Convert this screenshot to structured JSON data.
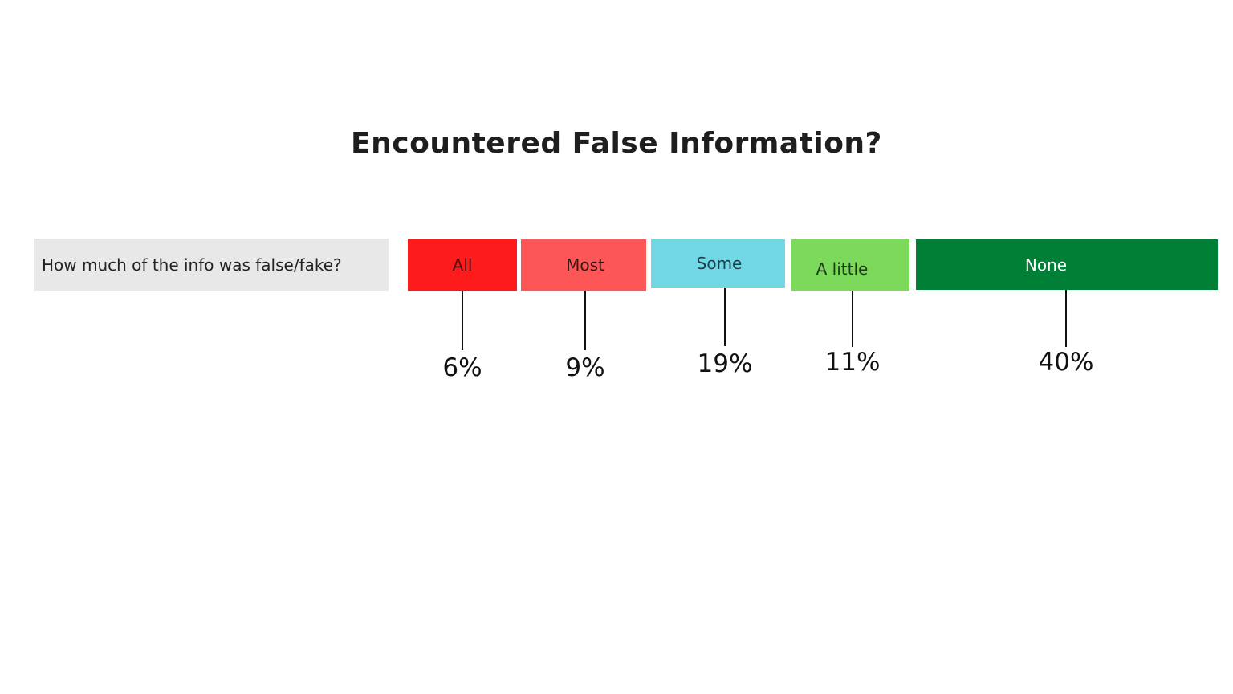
{
  "chart_data": {
    "type": "bar",
    "title": "Encountered False Information?",
    "question": "How much of the info was false/fake?",
    "categories": [
      "All",
      "Most",
      "Some",
      "A little",
      "None"
    ],
    "values": [
      6,
      9,
      19,
      11,
      40
    ],
    "value_labels": [
      "6%",
      "9%",
      "19%",
      "11%",
      "40%"
    ],
    "colors": [
      "#fe1b1b",
      "#fc5656",
      "#70d8e4",
      "#7cd95b",
      "#008037"
    ],
    "label_colors": [
      "#4a0f0f",
      "#3a1414",
      "#1d3f4b",
      "#1f3b1a",
      "#ffffff"
    ]
  }
}
